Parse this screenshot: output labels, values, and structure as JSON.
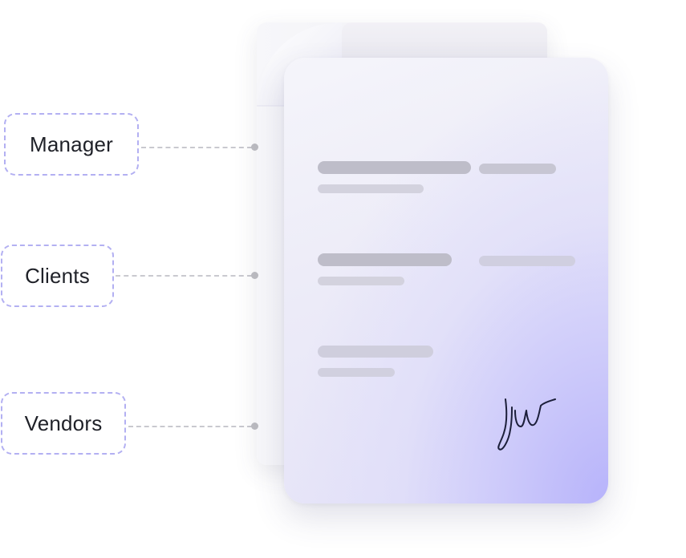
{
  "labels": {
    "manager": "Manager",
    "clients": "Clients",
    "vendors": "Vendors"
  },
  "colors": {
    "label_border": "#b3b0f2",
    "connector": "#c9c9cf",
    "document_accent": "#b7b3fb",
    "signature_ink": "#1c1f3a"
  },
  "document": {
    "signature_icon": "signature-icon"
  }
}
